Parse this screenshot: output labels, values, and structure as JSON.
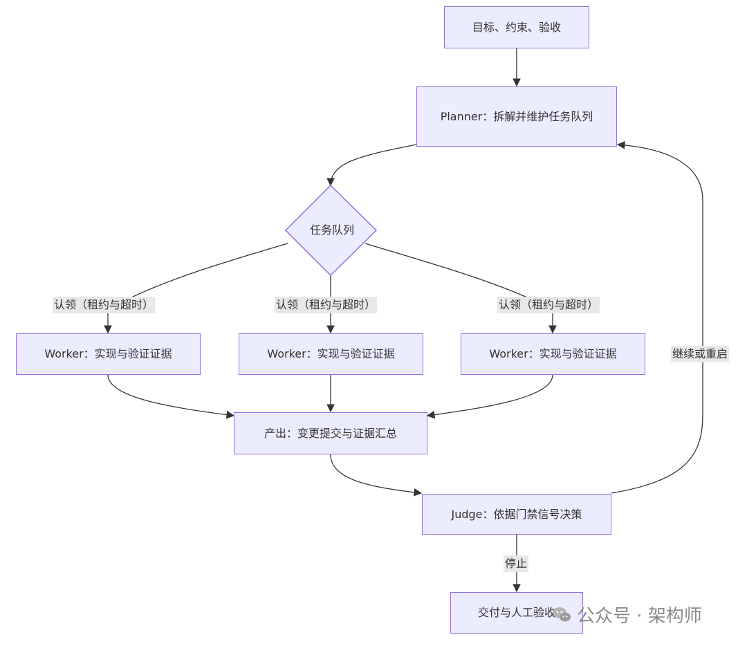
{
  "nodes": {
    "goal": "目标、约束、验收",
    "planner": "Planner：拆解并维护任务队列",
    "queue": "任务队列",
    "worker_1": "Worker：实现与验证证据",
    "worker_2": "Worker：实现与验证证据",
    "worker_3": "Worker：实现与验证证据",
    "output": "产出：变更提交与证据汇总",
    "judge": "Judge：依据门禁信号决策",
    "delivery": "交付与人工验收"
  },
  "edge_labels": {
    "claim_1": "认领（租约与超时）",
    "claim_2": "认领（租约与超时）",
    "claim_3": "认领（租约与超时）",
    "continue": "继续或重启",
    "stop": "停止"
  },
  "watermark": {
    "text": "公众号 · 架构师",
    "icon": "wechat-icon"
  },
  "colors": {
    "node_fill": "#ececff",
    "node_border": "#9370db",
    "edge": "#333333",
    "label_bg": "#e8e8e8"
  }
}
